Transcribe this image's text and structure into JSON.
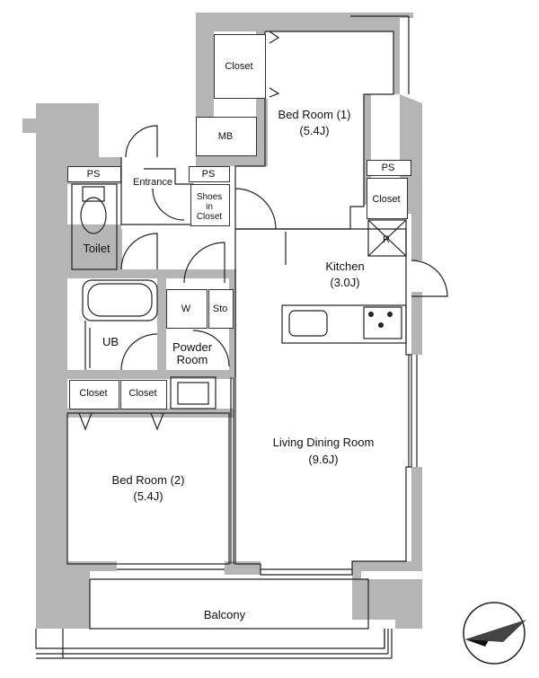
{
  "rooms": {
    "bedroom1": {
      "name": "Bed Room (1)",
      "size": "(5.4J)"
    },
    "bedroom2": {
      "name": "Bed Room (2)",
      "size": "(5.4J)"
    },
    "kitchen": {
      "name": "Kitchen",
      "size": "(3.0J)"
    },
    "living": {
      "name": "Living Dining Room",
      "size": "(9.6J)"
    },
    "toilet": "Toilet",
    "ub": "UB",
    "powder": [
      "Powder",
      "Room"
    ],
    "entrance": "Entrance",
    "balcony": "Balcony",
    "mb": "MB",
    "w": "W",
    "sto": "Sto",
    "shoes": [
      "Shoes",
      "in",
      "Closet"
    ]
  },
  "closets": {
    "top": "Closet",
    "right": "Closet",
    "bottom_left": "Closet",
    "bottom_mid": "Closet"
  },
  "ps": {
    "left": "PS",
    "mid": "PS",
    "right": "PS"
  },
  "fridge": "R",
  "colors": {
    "wall": "#b5b5b5",
    "line": "#222222"
  }
}
